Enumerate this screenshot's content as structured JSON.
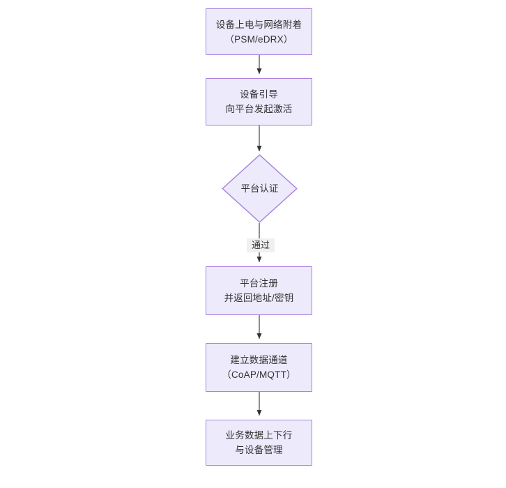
{
  "diagram": {
    "type": "flowchart",
    "orientation": "top-to-bottom",
    "colors": {
      "node_fill": "#ECEAFB",
      "node_border": "#A87FE0",
      "edge_stroke": "#333333",
      "text": "#333333",
      "background": "#ffffff",
      "edge_label_background": "#f0f0f0"
    },
    "nodes": [
      {
        "id": "n1",
        "shape": "rect",
        "lines": [
          "设备上电与网络附着",
          "（PSM/eDRX）"
        ]
      },
      {
        "id": "n2",
        "shape": "rect",
        "lines": [
          "设备引导",
          "向平台发起激活"
        ]
      },
      {
        "id": "n3",
        "shape": "diamond",
        "lines": [
          "平台认证"
        ]
      },
      {
        "id": "n4",
        "shape": "rect",
        "lines": [
          "平台注册",
          "并返回地址/密钥"
        ]
      },
      {
        "id": "n5",
        "shape": "rect",
        "lines": [
          "建立数据通道",
          "（CoAP/MQTT）"
        ]
      },
      {
        "id": "n6",
        "shape": "rect",
        "lines": [
          "业务数据上下行",
          "与设备管理"
        ]
      }
    ],
    "edges": [
      {
        "id": "e1",
        "from": "n1",
        "to": "n2",
        "label": ""
      },
      {
        "id": "e2",
        "from": "n2",
        "to": "n3",
        "label": ""
      },
      {
        "id": "e3",
        "from": "n3",
        "to": "n4",
        "label": "通过"
      },
      {
        "id": "e4",
        "from": "n4",
        "to": "n5",
        "label": ""
      },
      {
        "id": "e5",
        "from": "n5",
        "to": "n6",
        "label": ""
      }
    ]
  }
}
